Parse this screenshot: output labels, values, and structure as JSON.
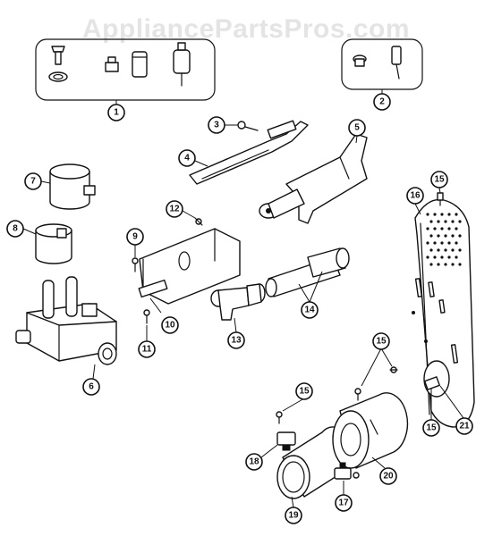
{
  "watermark": "AppliancePartsPros.com",
  "callouts": [
    "1",
    "2",
    "3",
    "4",
    "5",
    "6",
    "7",
    "8",
    "9",
    "10",
    "11",
    "12",
    "13",
    "14",
    "15",
    "16",
    "17",
    "18",
    "19",
    "20",
    "21"
  ],
  "colors": {
    "line": "#111111",
    "background": "#ffffff",
    "watermark": "#e4e4e4"
  }
}
